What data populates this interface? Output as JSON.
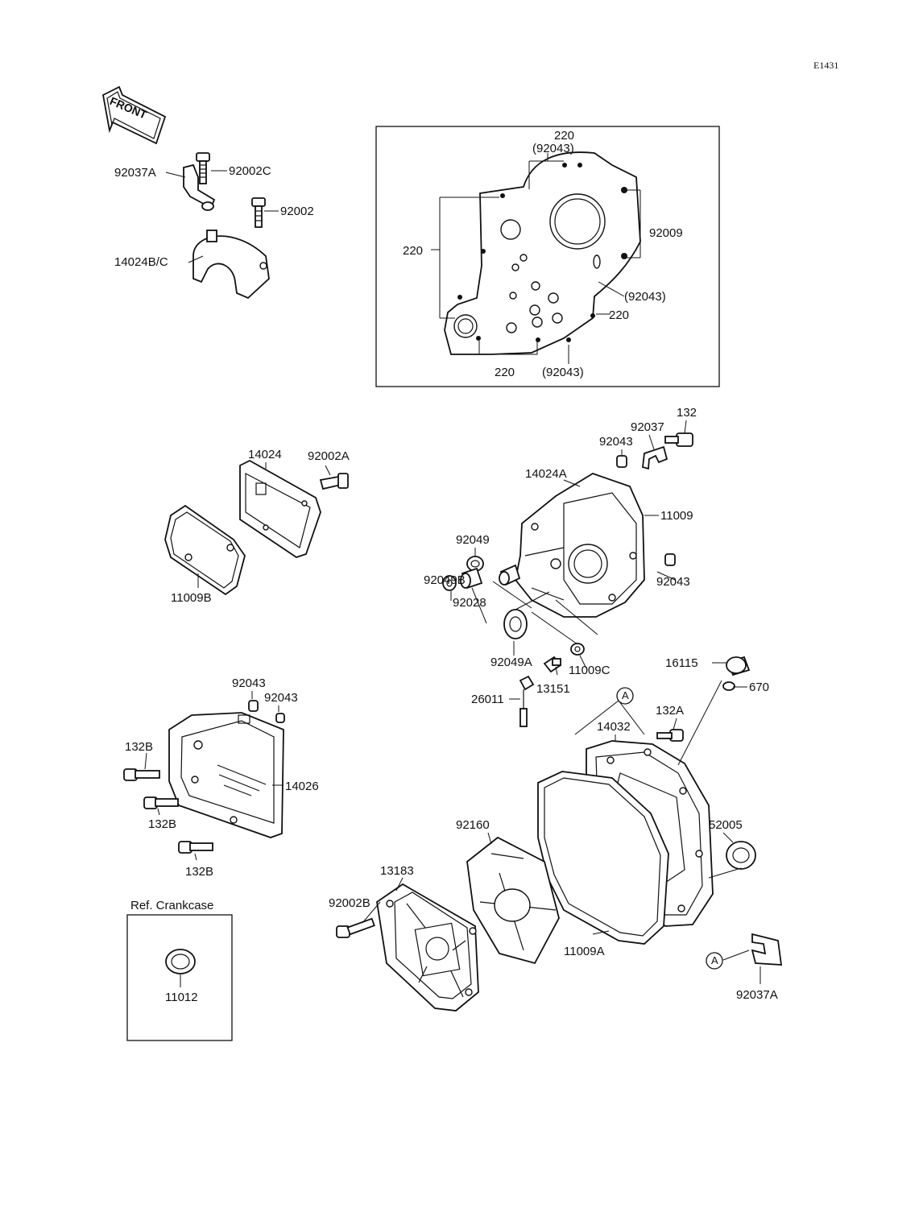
{
  "diagram_code": "E1431",
  "front_label": "FRONT",
  "circle_marker": "A",
  "ref_box_title": "Ref. Crankcase",
  "labels": {
    "l92002C": "92002C",
    "l92037A_top": "92037A",
    "l92002": "92002",
    "l14024BC": "14024B/C",
    "l220_top": "220",
    "l92043_top": "(92043)",
    "l92009": "92009",
    "l220_left": "220",
    "l92043_right": "(92043)",
    "l220_right": "220",
    "l220_bottom": "220",
    "l92043_bottom": "(92043)",
    "l14024": "14024",
    "l92002A": "92002A",
    "l11009B": "11009B",
    "l132": "132",
    "l92037": "92037",
    "l92043_a": "92043",
    "l14024A": "14024A",
    "l11009": "11009",
    "l92049": "92049",
    "l92043_b": "92043",
    "l92049B": "92049B",
    "l92028": "92028",
    "l92049A": "92049A",
    "l11009C": "11009C",
    "l16115": "16115",
    "l670": "670",
    "l13151": "13151",
    "l26011": "26011",
    "l132A": "132A",
    "l14032": "14032",
    "l92043_c": "92043",
    "l92043_d": "92043",
    "l132B_1": "132B",
    "l14026": "14026",
    "l132B_2": "132B",
    "l132B_3": "132B",
    "l92160": "92160",
    "l52005": "52005",
    "l13183": "13183",
    "l92002B": "92002B",
    "l11009A": "11009A",
    "l92037A_bottom": "92037A",
    "l11012": "11012"
  }
}
